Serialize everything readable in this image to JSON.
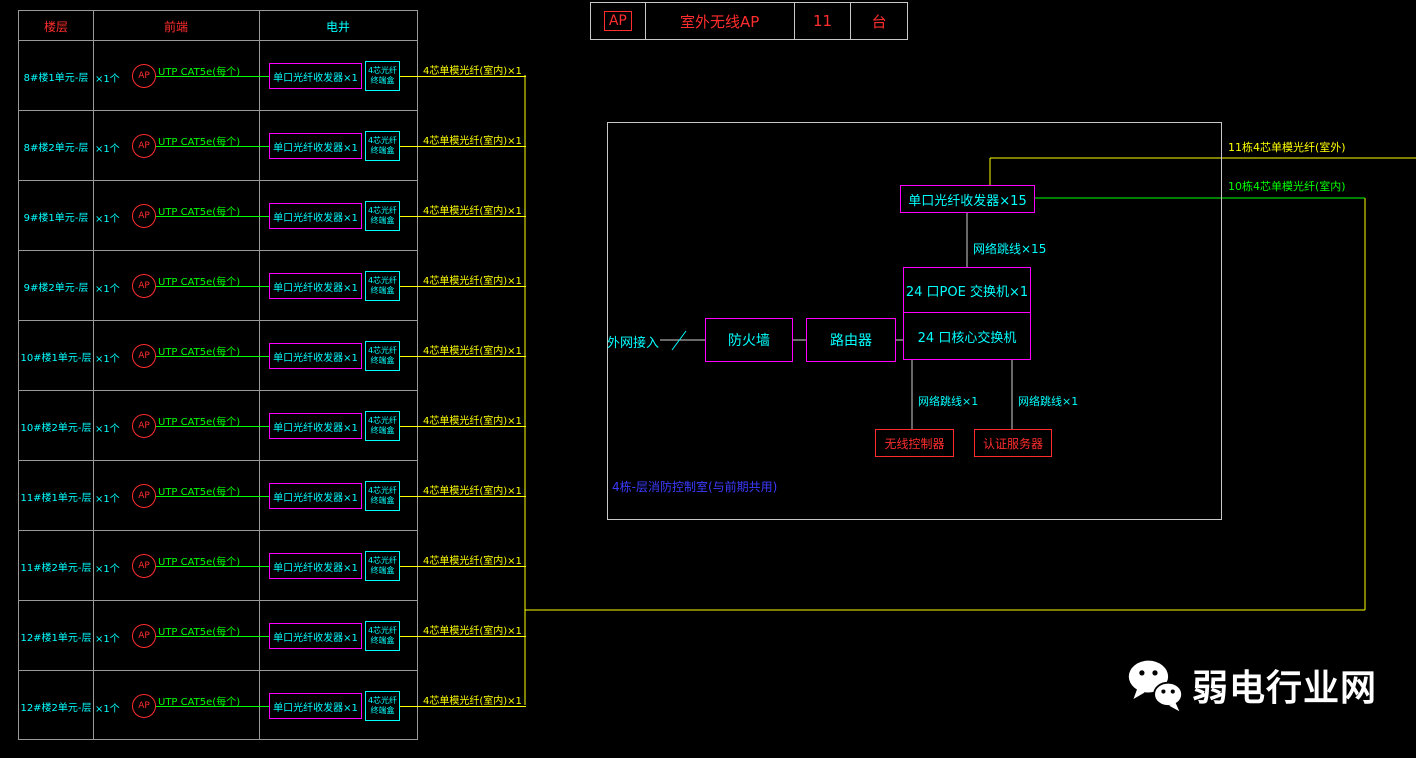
{
  "colors": {
    "red": "#ff2d2d",
    "cyan": "#00ffff",
    "green": "#00ff00",
    "yellow": "#ffff00",
    "magenta": "#ff00ff",
    "blue": "#3b3bff",
    "white": "#ffffff"
  },
  "legend": {
    "ap_symbol": "AP",
    "device": "室外无线AP",
    "count": "11",
    "unit": "台"
  },
  "table": {
    "headers": {
      "floor": "楼层",
      "front": "前端",
      "shaft": "电井"
    },
    "common": {
      "qty": "×1个",
      "ap": "AP",
      "cable": "UTP CAT5e(每个)",
      "transceiver": "单口光纤收发器×1",
      "terminal_line1": "4芯光纤",
      "terminal_line2": "终端盒",
      "fiber": "4芯单模光纤(室内)×1"
    },
    "rows": [
      {
        "floor": "8#楼1单元-层"
      },
      {
        "floor": "8#楼2单元-层"
      },
      {
        "floor": "9#楼1单元-层"
      },
      {
        "floor": "9#楼2单元-层"
      },
      {
        "floor": "10#楼1单元-层"
      },
      {
        "floor": "10#楼2单元-层"
      },
      {
        "floor": "11#楼1单元-层"
      },
      {
        "floor": "11#楼2单元-层"
      },
      {
        "floor": "12#楼1单元-层"
      },
      {
        "floor": "12#楼2单元-层"
      }
    ]
  },
  "room": {
    "transceiver15": "单口光纤收发器×15",
    "jumper15": "网络跳线×15",
    "poe_switch": "24 口POE 交换机×1",
    "core_switch": "24 口核心交换机",
    "external": "外网接入",
    "firewall": "防火墙",
    "router": "路由器",
    "jumper1_left": "网络跳线×1",
    "jumper1_right": "网络跳线×1",
    "wlan_controller": "无线控制器",
    "auth_server": "认证服务器",
    "note": "4栋-层消防控制室(与前期共用)"
  },
  "fibers": {
    "outdoor_label": "11栋4芯单模光纤(室外)",
    "indoor_label": "10栋4芯单模光纤(室内)"
  },
  "watermark": {
    "brand": "弱电行业网"
  }
}
